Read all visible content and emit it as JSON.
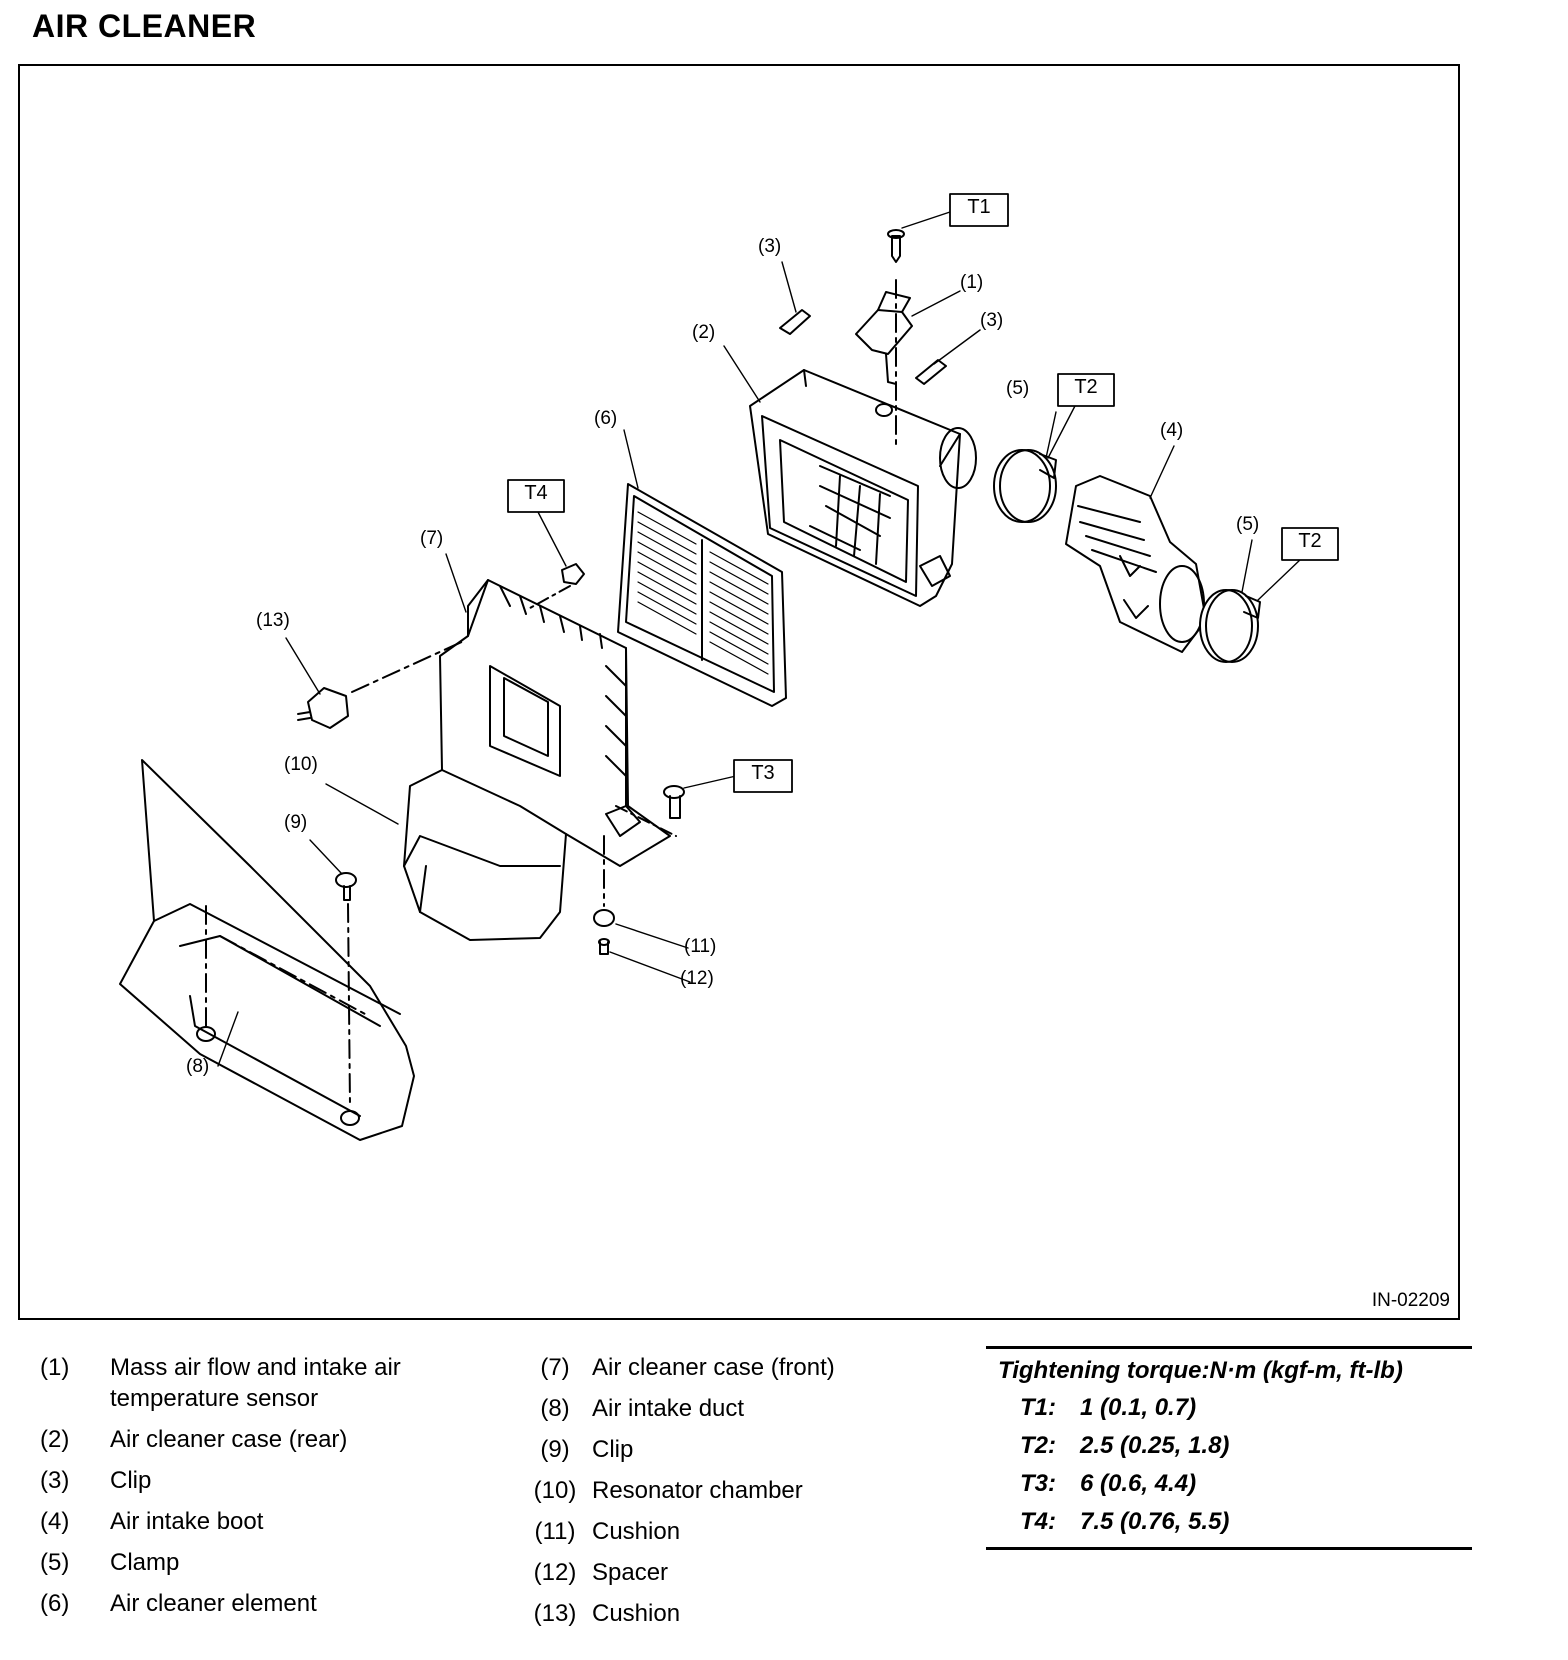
{
  "page_title": "AIR CLEANER",
  "figure": {
    "figure_id": "IN-02209",
    "callouts": {
      "c1": "(1)",
      "c2": "(2)",
      "c3a": "(3)",
      "c3b": "(3)",
      "c4": "(4)",
      "c5a": "(5)",
      "c5b": "(5)",
      "c6": "(6)",
      "c7": "(7)",
      "c8": "(8)",
      "c9": "(9)",
      "c10": "(10)",
      "c11": "(11)",
      "c12": "(12)",
      "c13": "(13)"
    },
    "torque_tags": {
      "t1": "T1",
      "t2a": "T2",
      "t2b": "T2",
      "t3": "T3",
      "t4": "T4"
    }
  },
  "legend": {
    "col1": [
      {
        "num": "(1)",
        "text": "Mass air flow and intake air temperature sensor"
      },
      {
        "num": "(2)",
        "text": "Air cleaner case (rear)"
      },
      {
        "num": "(3)",
        "text": "Clip"
      },
      {
        "num": "(4)",
        "text": "Air intake boot"
      },
      {
        "num": "(5)",
        "text": "Clamp"
      },
      {
        "num": "(6)",
        "text": "Air cleaner element"
      }
    ],
    "col2": [
      {
        "num": "(7)",
        "text": "Air cleaner case (front)"
      },
      {
        "num": "(8)",
        "text": "Air intake duct"
      },
      {
        "num": "(9)",
        "text": "Clip"
      },
      {
        "num": "(10)",
        "text": "Resonator chamber"
      },
      {
        "num": "(11)",
        "text": "Cushion"
      },
      {
        "num": "(12)",
        "text": "Spacer"
      },
      {
        "num": "(13)",
        "text": "Cushion"
      }
    ]
  },
  "torque_table": {
    "title": "Tightening torque:N·m (kgf-m, ft-lb)",
    "rows": [
      {
        "key": "T1:",
        "value": "1 (0.1, 0.7)"
      },
      {
        "key": "T2:",
        "value": "2.5 (0.25, 1.8)"
      },
      {
        "key": "T3:",
        "value": "6 (0.6, 4.4)"
      },
      {
        "key": "T4:",
        "value": "7.5 (0.76, 5.5)"
      }
    ]
  }
}
